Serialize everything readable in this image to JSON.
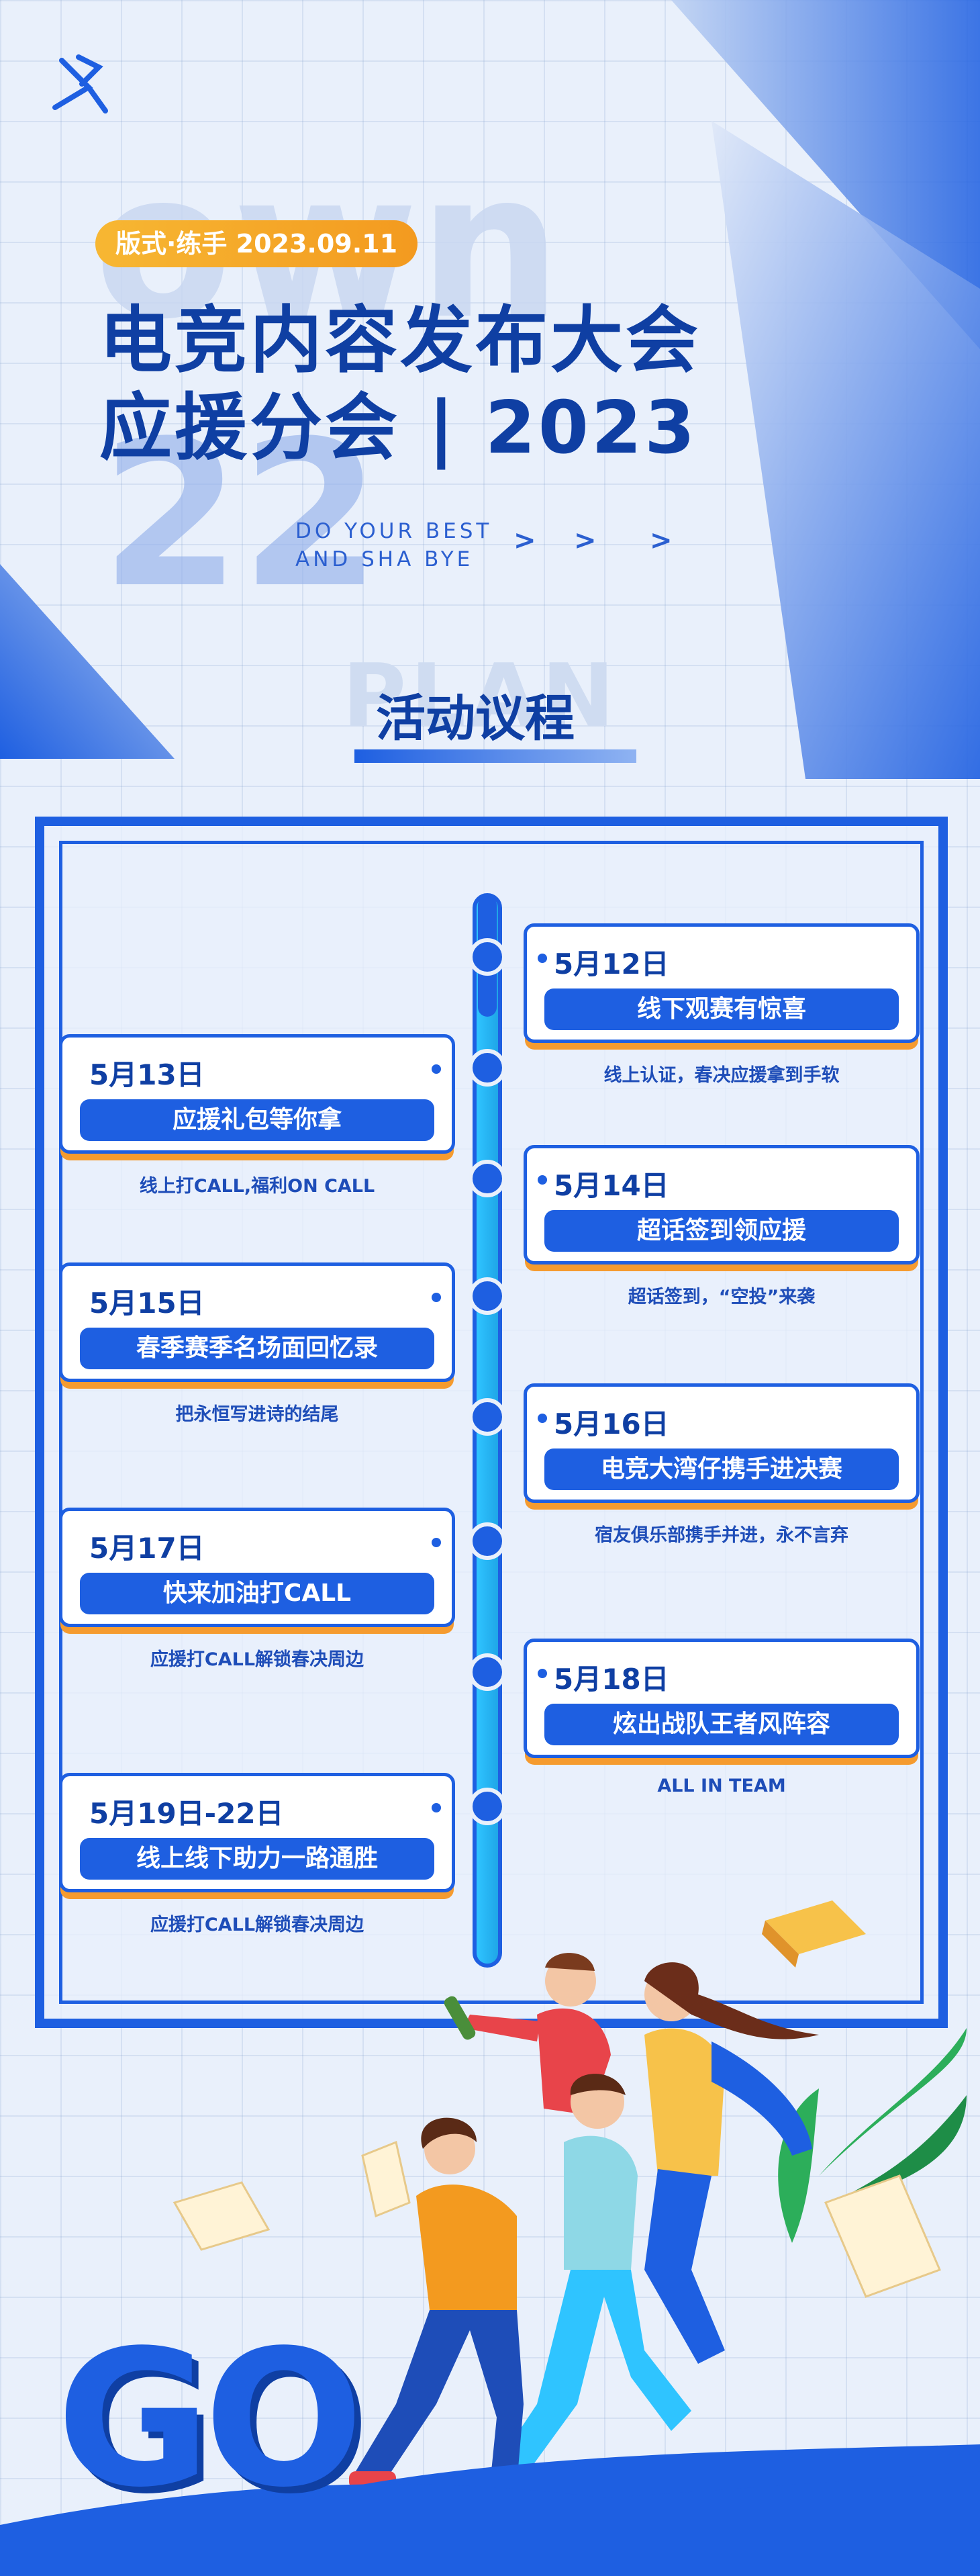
{
  "header": {
    "tag": "版式·练手 2023.09.11",
    "title_line1": "电竞内容发布大会",
    "title_line2": "应援分会 | 2023",
    "slogan_line1": "DO YOUR BEST",
    "slogan_line2": "AND SHA BYE",
    "chevrons": [
      ">",
      ">",
      ">"
    ]
  },
  "section": {
    "title": "活动议程"
  },
  "agenda": [
    {
      "date": "5月12日",
      "event": "线下观赛有惊喜",
      "note": "线上认证，春决应援拿到手软",
      "side": "right"
    },
    {
      "date": "5月13日",
      "event": "应援礼包等你拿",
      "note": "线上打CALL,福利ON CALL",
      "side": "left"
    },
    {
      "date": "5月14日",
      "event": "超话签到领应援",
      "note": "超话签到，“空投”来袭",
      "side": "right"
    },
    {
      "date": "5月15日",
      "event": "春季赛季名场面回忆录",
      "note": "把永恒写进诗的结尾",
      "side": "left"
    },
    {
      "date": "5月16日",
      "event": "电竞大湾仔携手进决赛",
      "note": "宿友俱乐部携手并进，永不言弃",
      "side": "right"
    },
    {
      "date": "5月17日",
      "event": "快来加油打CALL",
      "note": "应援打CALL解锁春决周边",
      "side": "left"
    },
    {
      "date": "5月18日",
      "event": "炫出战队王者风阵容",
      "note": "ALL IN TEAM",
      "side": "right"
    },
    {
      "date": "5月19日-22日",
      "event": "线上线下助力一路通胜",
      "note": "应援打CALL解锁春决周边",
      "side": "left"
    }
  ],
  "footer": {
    "go_text": "GO"
  },
  "colors": {
    "primary": "#1e5fe1",
    "dark": "#0f3fa3",
    "accent": "#f59b2f",
    "axis": "#2fc4ff"
  }
}
